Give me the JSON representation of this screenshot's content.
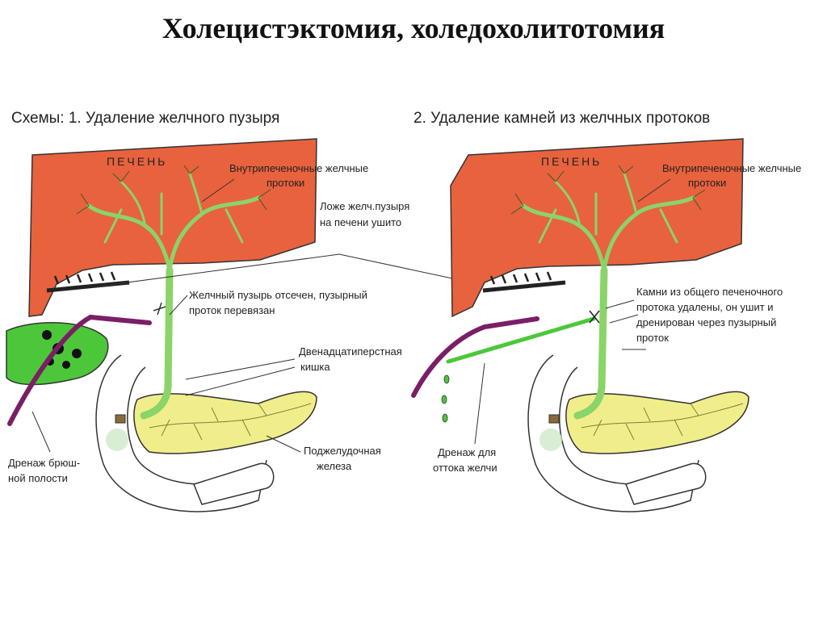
{
  "title": "Холецистэктомия, холедохолитотомия",
  "left": {
    "heading": "Схемы: 1. Удаление желчного пузыря",
    "liver": "ПЕЧЕНЬ",
    "ducts": [
      "Внутрипеченочные желчные",
      "протоки"
    ],
    "bed": [
      "Ложе желч.пузыря",
      "на печени ушито"
    ],
    "cut": [
      "Желчный пузырь отсечен, пузырный",
      "проток перевязан"
    ],
    "duodenum": [
      "Двенадцатиперстная",
      "кишка"
    ],
    "pancreas": [
      "Поджелудочная",
      "железа"
    ],
    "drain": [
      "Дренаж брюш-",
      "ной полости"
    ]
  },
  "right": {
    "heading": "2. Удаление камней из желчных протоков",
    "liver": "ПЕЧЕНЬ",
    "ducts": [
      "Внутрипеченочные желчные",
      "протоки"
    ],
    "stones": [
      "Камни из общего печеночного",
      "протока удалены, он ушит и",
      "дренирован через пузырный",
      "проток"
    ],
    "drain": [
      "Дренаж для",
      "оттока желчи"
    ]
  },
  "colors": {
    "liver": "#e8623e",
    "duct": "#8ad46a",
    "gallbladder": "#4cc73a",
    "pancreas": "#f0ee8a",
    "drain": "#7a1f66"
  }
}
